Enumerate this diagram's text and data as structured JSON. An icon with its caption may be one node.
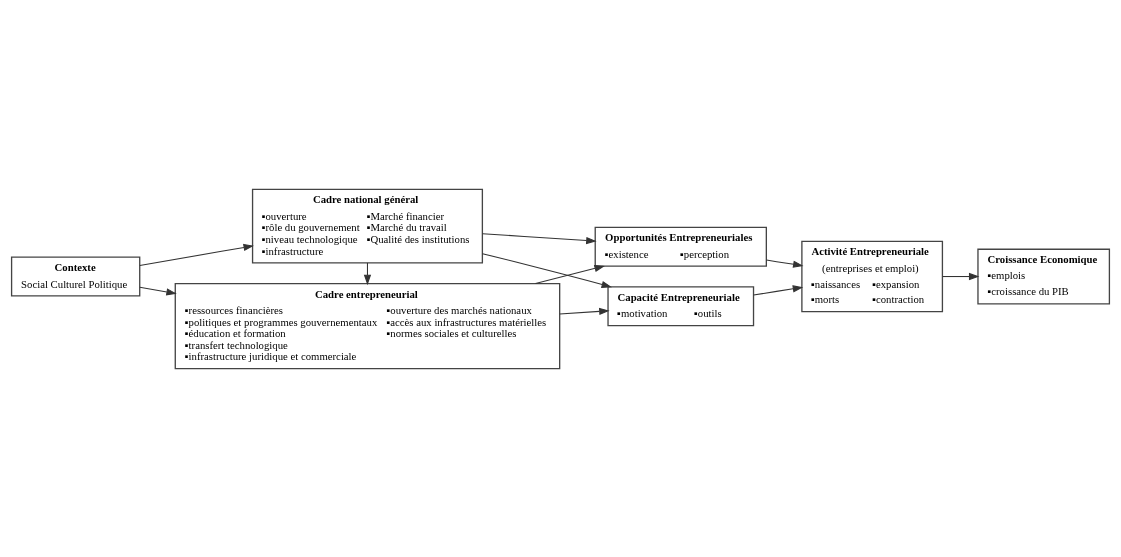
{
  "diagram": {
    "nodes": [
      {
        "text": [
          "Contexte",
          "Social Culturel Politique"
        ]
      },
      {
        "text": [
          "Cadre national général",
          "▪ouverture",
          "▪rôle du gouvernement",
          "▪niveau technologique",
          "▪infrastructure",
          "▪Marché financier",
          "▪Marché du travail",
          "▪Qualité des institutions"
        ]
      },
      {
        "text": [
          "Opportunités Entrepreneuriales",
          "▪existence",
          "▪perception"
        ]
      },
      {
        "text": [
          "Croissance Economique",
          "▪emplois",
          "▪croissance du PIB"
        ]
      },
      {
        "text": [
          "Cadre entrepreneurial",
          "▪ressources financières",
          "▪politiques et programmes gouvernementaux",
          "▪éducation et formation",
          "▪transfert technologique",
          "▪infrastructure juridique et commerciale",
          "▪ouverture des marchés nationaux",
          "▪accès aux infrastructures matérielles",
          "▪normes sociales et culturelles"
        ]
      },
      {
        "text": [
          "Activité Entrepreneuriale",
          "(entreprises et emploi)",
          "▪naissances",
          "▪expansion",
          "▪morts",
          "▪contraction"
        ]
      },
      {
        "text": [
          "Capacité Entrepreneuriale",
          "▪motivation",
          "▪outils"
        ]
      }
    ],
    "edges": [
      {
        "from": 0,
        "to": 1,
        "arrow": "to"
      },
      {
        "from": 0,
        "to": 4,
        "arrow": "to"
      },
      {
        "from": 1,
        "to": 2,
        "arrow": "to"
      },
      {
        "from": 1,
        "to": 4,
        "arrow": "to"
      },
      {
        "from": 1,
        "to": 6,
        "arrow": "to"
      },
      {
        "from": 4,
        "to": 2,
        "arrow": "to"
      },
      {
        "from": 4,
        "to": 6,
        "arrow": "to"
      },
      {
        "from": 2,
        "to": 5,
        "arrow": "to"
      },
      {
        "from": 6,
        "to": 5,
        "arrow": "to"
      },
      {
        "from": 5,
        "to": 3,
        "arrow": "to"
      }
    ]
  }
}
